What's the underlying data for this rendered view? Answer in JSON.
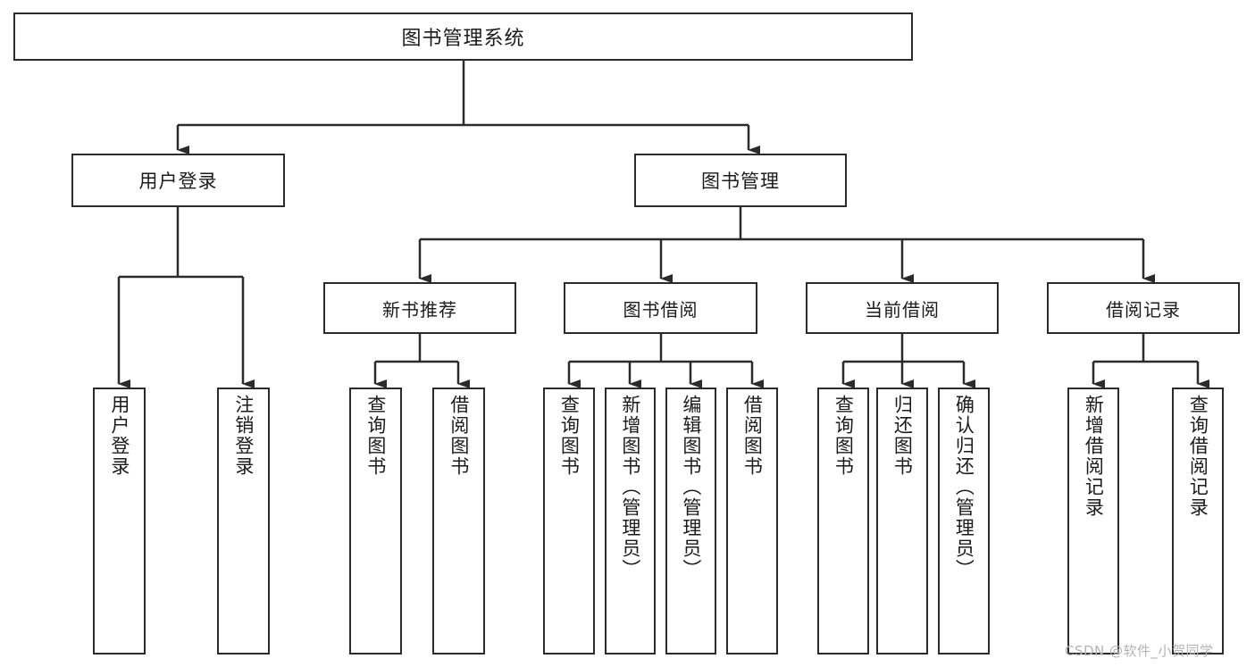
{
  "diagram": {
    "title": "图书管理系统",
    "type": "tree-hierarchy-chart",
    "root": {
      "label": "图书管理系统"
    },
    "level2": [
      {
        "label": "用户登录"
      },
      {
        "label": "图书管理"
      }
    ],
    "level3": [
      {
        "label": "新书推荐"
      },
      {
        "label": "图书借阅"
      },
      {
        "label": "当前借阅"
      },
      {
        "label": "借阅记录"
      }
    ],
    "leaves": {
      "user_login": [
        {
          "label": "用户登录"
        },
        {
          "label": "注销登录"
        }
      ],
      "new_book_recommend": [
        {
          "label": "查询图书"
        },
        {
          "label": "借阅图书"
        }
      ],
      "book_borrow": [
        {
          "label": "查询图书"
        },
        {
          "label": "新增图书（管理员）"
        },
        {
          "label": "编辑图书（管理员）"
        },
        {
          "label": "借阅图书"
        }
      ],
      "current_borrow": [
        {
          "label": "查询图书"
        },
        {
          "label": "归还图书"
        },
        {
          "label": "确认归还（管理员）"
        }
      ],
      "borrow_records": [
        {
          "label": "新增借阅记录"
        },
        {
          "label": "查询借阅记录"
        }
      ]
    }
  },
  "watermark": {
    "text": "CSDN @软件_小贺同学"
  },
  "colors": {
    "stroke": "#2b2b2b",
    "fill": "#ffffff",
    "text": "#1b1b1b",
    "watermark": "#b4b4b4"
  }
}
